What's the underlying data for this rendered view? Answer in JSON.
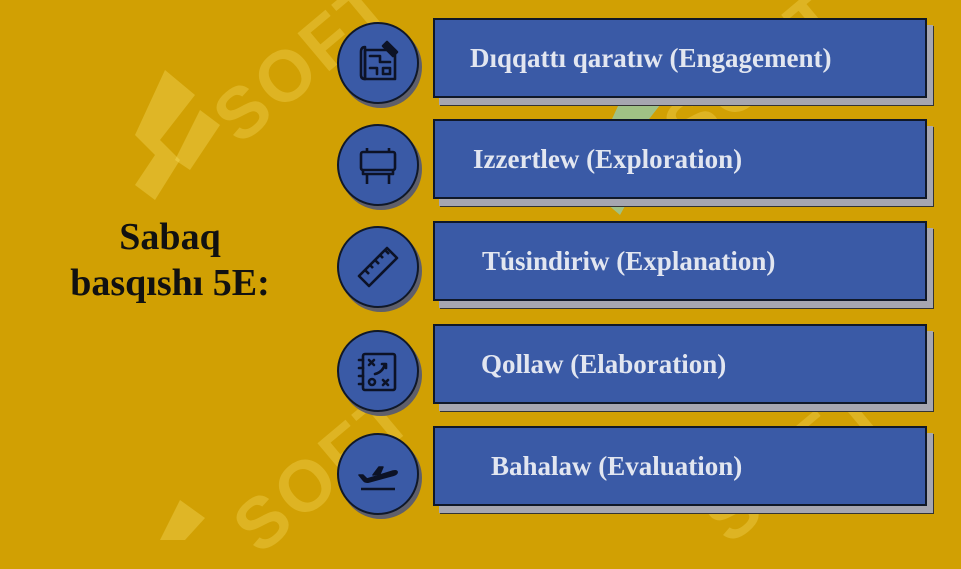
{
  "slide": {
    "title_line1": "Sabaq",
    "title_line2": "basqıshı 5E:",
    "colors": {
      "background": "#D1A003",
      "bar_fill": "#3A5AA6",
      "bar_text": "#E2E6F0",
      "title_text": "#111111"
    },
    "watermark_text": "SOFT",
    "steps": [
      {
        "label": "Dıqqattı qaratıw (Engagement)",
        "icon": "blueprint-icon"
      },
      {
        "label": "Izzertlew (Exploration)",
        "icon": "billboard-icon"
      },
      {
        "label": "Túsindiriw (Explanation)",
        "icon": "ruler-icon"
      },
      {
        "label": "Qollaw (Elaboration)",
        "icon": "strategy-board-icon"
      },
      {
        "label": "Bahalaw (Evaluation)",
        "icon": "airplane-takeoff-icon"
      }
    ]
  }
}
